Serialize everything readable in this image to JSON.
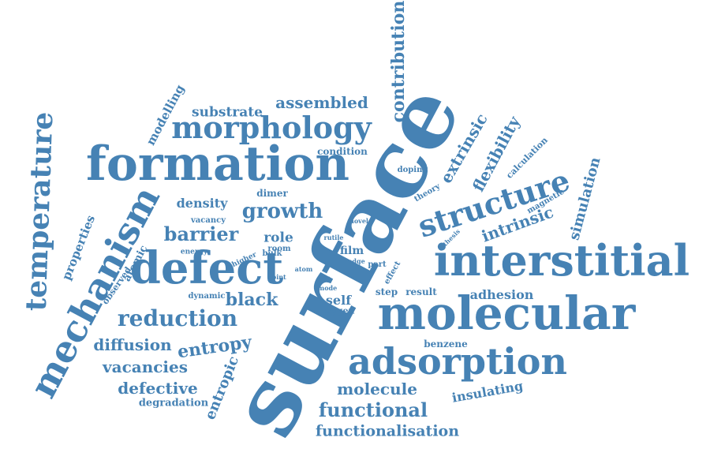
{
  "accent_color": "#4682B4",
  "words": [
    {
      "key": "surface",
      "text": "surface"
    },
    {
      "key": "formation",
      "text": "formation"
    },
    {
      "key": "interstitial",
      "text": "interstitial"
    },
    {
      "key": "molecular",
      "text": "molecular"
    },
    {
      "key": "adsorption",
      "text": "adsorption"
    },
    {
      "key": "defect",
      "text": "defect"
    },
    {
      "key": "morphology",
      "text": "morphology"
    },
    {
      "key": "mechanism",
      "text": "mechanism"
    },
    {
      "key": "structure",
      "text": "structure"
    },
    {
      "key": "temperature",
      "text": "temperature"
    },
    {
      "key": "reduction",
      "text": "reduction"
    },
    {
      "key": "functional",
      "text": "functional"
    },
    {
      "key": "growth",
      "text": "growth"
    },
    {
      "key": "barrier",
      "text": "barrier"
    },
    {
      "key": "entropy",
      "text": "entropy"
    },
    {
      "key": "vacancies",
      "text": "vacancies"
    },
    {
      "key": "defective",
      "text": "defective"
    },
    {
      "key": "molecule",
      "text": "molecule"
    },
    {
      "key": "functionalisation",
      "text": "functionalisation"
    },
    {
      "key": "diffusion",
      "text": "diffusion"
    },
    {
      "key": "black",
      "text": "black"
    },
    {
      "key": "contribution",
      "text": "contribution"
    },
    {
      "key": "assembled",
      "text": "assembled"
    },
    {
      "key": "substrate",
      "text": "substrate"
    },
    {
      "key": "extrinsic",
      "text": "extrinsic"
    },
    {
      "key": "flexibility",
      "text": "flexibility"
    },
    {
      "key": "intrinsic",
      "text": "intrinsic"
    },
    {
      "key": "simulation",
      "text": "simulation"
    },
    {
      "key": "adhesion",
      "text": "adhesion"
    },
    {
      "key": "insulating",
      "text": "insulating"
    },
    {
      "key": "entropic",
      "text": "entropic"
    },
    {
      "key": "degradation",
      "text": "degradation"
    },
    {
      "key": "benzene",
      "text": "benzene"
    },
    {
      "key": "modelling",
      "text": "modelling"
    },
    {
      "key": "properties",
      "text": "properties"
    },
    {
      "key": "atomic",
      "text": "atomic"
    },
    {
      "key": "observed",
      "text": "observed"
    },
    {
      "key": "density",
      "text": "density"
    },
    {
      "key": "role",
      "text": "role"
    },
    {
      "key": "self",
      "text": "self"
    },
    {
      "key": "oxygen",
      "text": "oxygen"
    },
    {
      "key": "step",
      "text": "step"
    },
    {
      "key": "result",
      "text": "result"
    },
    {
      "key": "film",
      "text": "film"
    },
    {
      "key": "condition",
      "text": "condition"
    },
    {
      "key": "dimer",
      "text": "dimer"
    },
    {
      "key": "vacancy",
      "text": "vacancy"
    },
    {
      "key": "room",
      "text": "room"
    },
    {
      "key": "energy",
      "text": "energy"
    },
    {
      "key": "higher",
      "text": "higher"
    },
    {
      "key": "bulk",
      "text": "bulk"
    },
    {
      "key": "point",
      "text": "point"
    },
    {
      "key": "atom",
      "text": "atom"
    },
    {
      "key": "dynamic",
      "text": "dynamic"
    },
    {
      "key": "mode",
      "text": "mode"
    },
    {
      "key": "free",
      "text": "free"
    },
    {
      "key": "edge",
      "text": "edge"
    },
    {
      "key": "rutile",
      "text": "rutile"
    },
    {
      "key": "novel",
      "text": "novel"
    },
    {
      "key": "part",
      "text": "part"
    },
    {
      "key": "effect",
      "text": "effect"
    },
    {
      "key": "theory",
      "text": "theory"
    },
    {
      "key": "doping",
      "text": "doping"
    },
    {
      "key": "calculation",
      "text": "calculation"
    },
    {
      "key": "magnetic",
      "text": "magnetic"
    },
    {
      "key": "thesis",
      "text": "thesis"
    }
  ]
}
